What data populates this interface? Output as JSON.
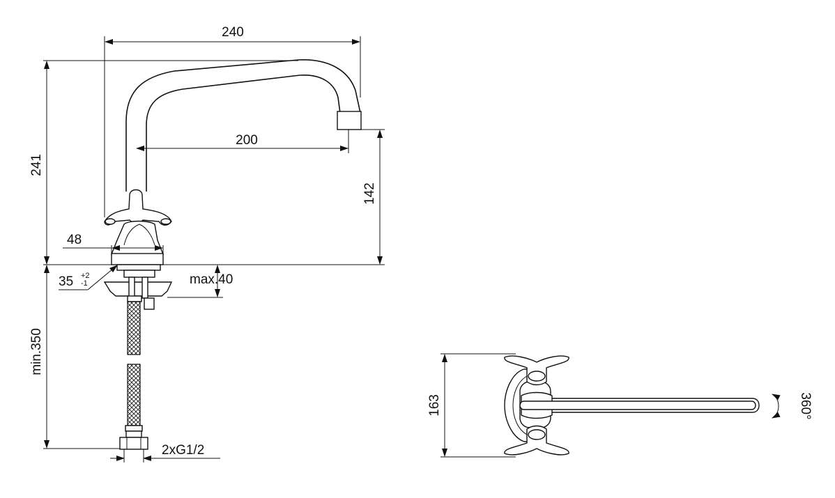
{
  "side_view": {
    "dimensions": {
      "width_total": "240",
      "reach": "200",
      "height_total": "241",
      "spout_height": "142",
      "base_diameter": "48",
      "hole_diameter": "35",
      "hole_tol_upper": "+2",
      "hole_tol_lower": "-1",
      "deck_thickness": "max.40",
      "hose_length": "min.350",
      "connection": "2xG1/2"
    }
  },
  "top_view": {
    "dimensions": {
      "handle_span": "163",
      "rotation": "360°"
    }
  }
}
